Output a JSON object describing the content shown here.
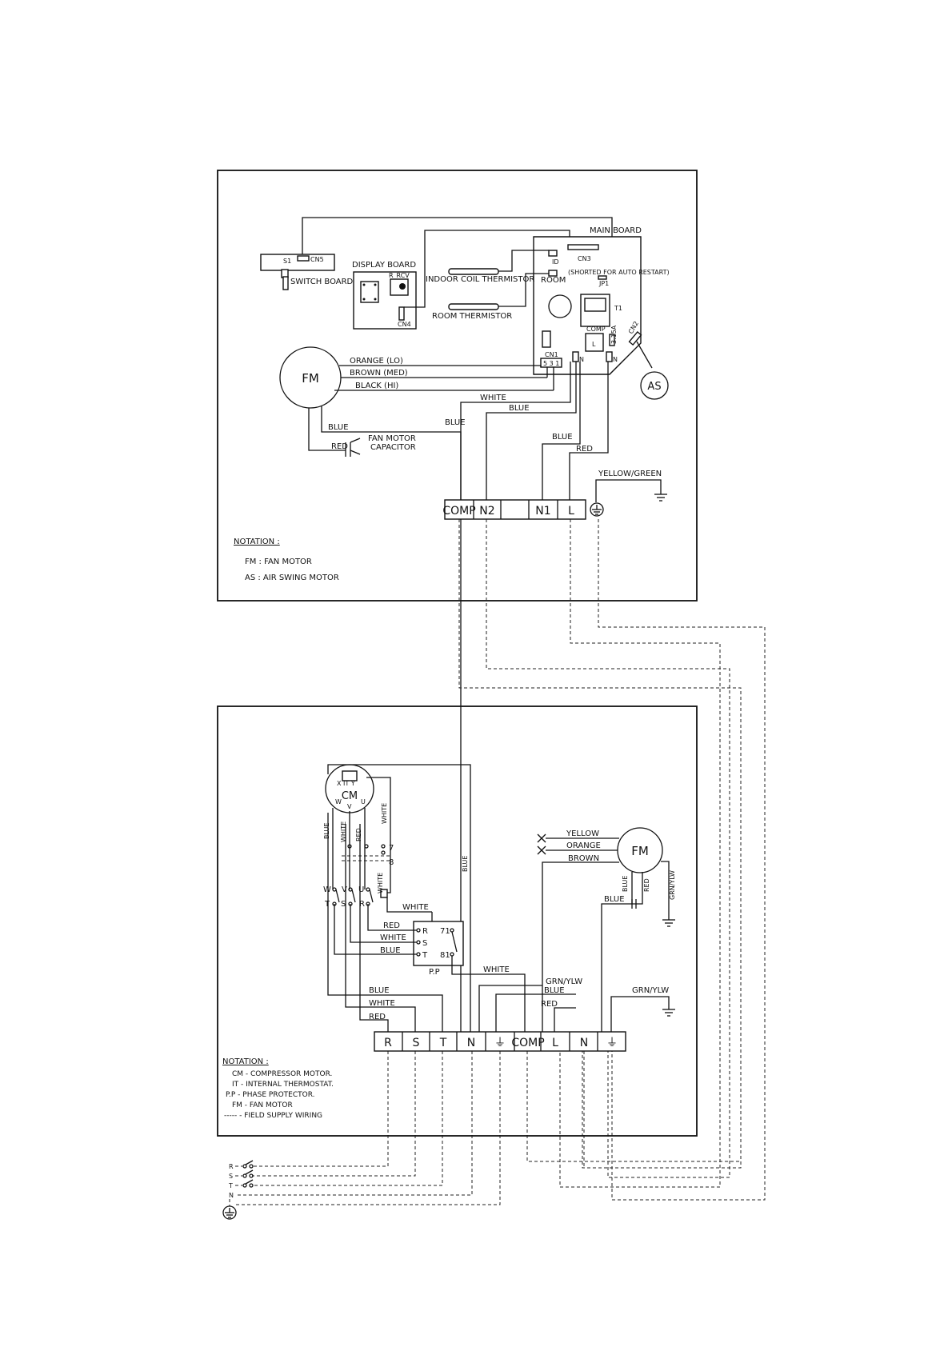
{
  "indoor": {
    "switch_board": {
      "s1": "S1",
      "cn5": "CN5",
      "label": "SWITCH BOARD"
    },
    "display_board": {
      "label": "DISPLAY BOARD",
      "r_rcv": "R_RCV",
      "cn4": "CN4"
    },
    "main_board": {
      "label": "MAIN BOARD",
      "cn3": "CN3",
      "id": "ID",
      "room": "ROOM",
      "shorted_note": "(SHORTED FOR AUTO RESTART)",
      "jp1": "JP1",
      "t1": "T1",
      "comp": "COMP",
      "l": "L",
      "n": "N",
      "n2": "N",
      "fuse": "3.15A",
      "cn2": "CN2",
      "cn1": "CN1",
      "cn1_pins": "5 3 1"
    },
    "thermistors": {
      "coil": "INDOOR COIL THERMISTOR",
      "room": "ROOM THERMISTOR"
    },
    "fan_motor": {
      "symbol": "FM",
      "orange": "ORANGE (LO)",
      "brown": "BROWN (MED)",
      "black": "BLACK (HI)",
      "blue": "BLUE",
      "red": "RED",
      "capacitor_1": "FAN MOTOR",
      "capacitor_2": "CAPACITOR"
    },
    "swing_motor": {
      "symbol": "AS"
    },
    "wires": {
      "white": "WHITE",
      "blue1": "BLUE",
      "blue2": "BLUE",
      "blue3": "BLUE",
      "red": "RED",
      "yellow_green": "YELLOW/GREEN"
    },
    "terminal_block": [
      "COMP",
      "N2",
      "",
      "N1",
      "L"
    ],
    "notation": {
      "title": "NOTATION :",
      "lines": [
        "FM  :  FAN MOTOR",
        "AS  :  AIR SWING MOTOR"
      ]
    }
  },
  "outdoor": {
    "compressor": {
      "symbol": "CM",
      "it": "X IT Y",
      "w": "W",
      "v": "V",
      "u": "U"
    },
    "contacts": {
      "w": "W",
      "v": "V",
      "u": "U",
      "t": "T",
      "s": "S",
      "r": "R",
      "c7": "7",
      "c8": "8"
    },
    "phase_protector": {
      "label": "P.P",
      "r": "R",
      "s": "S",
      "t": "T",
      "p71": "71",
      "p81": "81"
    },
    "fan_motor": {
      "symbol": "FM",
      "yellow": "YELLOW",
      "orange": "ORANGE",
      "brown": "BROWN",
      "blue": "BLUE",
      "red": "RED",
      "grn": "GRN/YLW"
    },
    "wires": {
      "blue_v": "BLUE",
      "white_v": "WHITE",
      "red_v": "RED",
      "white_v2": "WHITE",
      "blue_long": "BLUE",
      "white_ct": "WHITE",
      "white_h": "WHITE",
      "red_pp": "RED",
      "white_pp": "WHITE",
      "blue_pp": "BLUE",
      "white_pp2": "WHITE",
      "blue_b": "BLUE",
      "white_b": "WHITE",
      "red_b": "RED",
      "grn_b": "GRN/YLW",
      "blue_c": "BLUE",
      "red_c": "RED",
      "grn_e": "GRN/YLW"
    },
    "terminal_block": [
      "R",
      "S",
      "T",
      "N",
      "⏚",
      "COMP",
      "L",
      "N",
      "⏚"
    ],
    "notation": {
      "title": "NOTATION :",
      "lines": [
        "CM  -  COMPRESSOR MOTOR.",
        "IT  -  INTERNAL THERMOSTAT.",
        "P.P  -  PHASE PROTECTOR.",
        "FM  -  FAN MOTOR",
        "-----  -  FIELD SUPPLY WIRING"
      ]
    }
  },
  "supply": {
    "r": "R",
    "s": "S",
    "t": "T",
    "n": "N"
  }
}
